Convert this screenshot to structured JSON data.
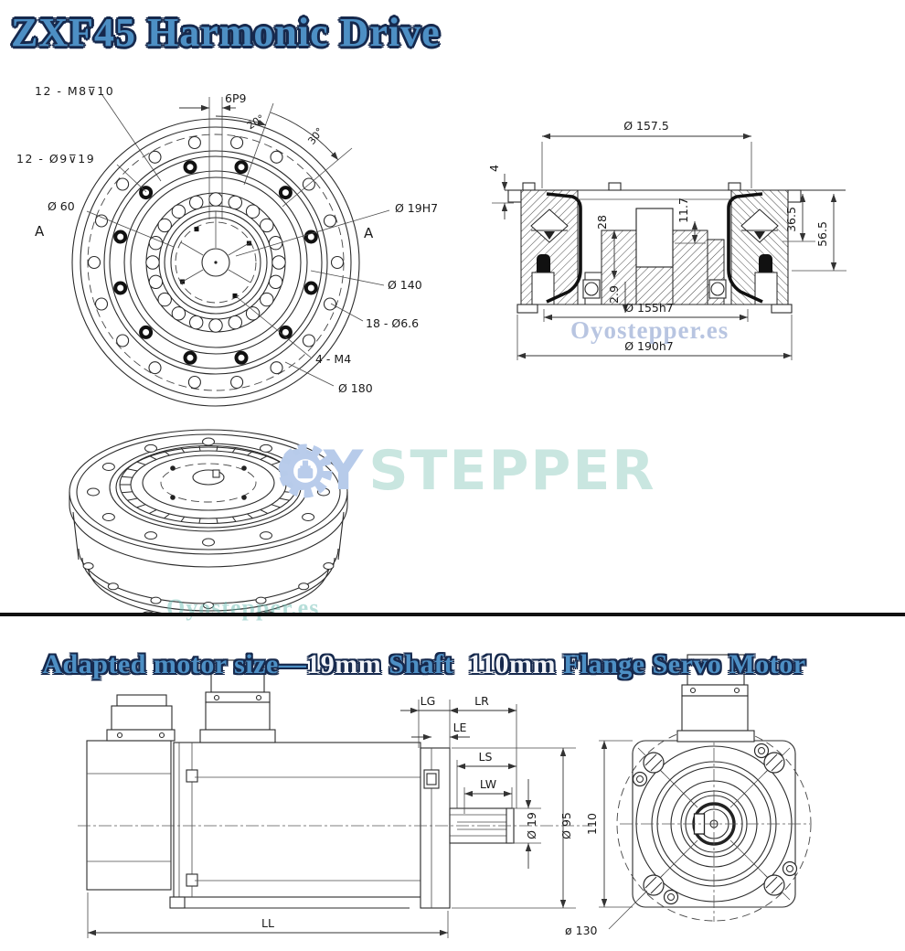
{
  "titles": {
    "main": "ZXF45 Harmonic Drive",
    "sub_parts": [
      {
        "text": "Adapted motor size—"
      },
      {
        "text": "19mm"
      },
      {
        "text": " Shaft  "
      },
      {
        "text": "110mm"
      },
      {
        "text": " Flange Servo Motor"
      }
    ]
  },
  "watermarks": {
    "logo_left": "OY",
    "logo_right": "STEPPER",
    "section": "Oyostepper.es",
    "divider": "Oyostepper.es"
  },
  "front_view": {
    "thread_note": "12 - M8⊽10",
    "key_width": "6P9",
    "angle_20": "20°",
    "angle_30": "30°",
    "cbore_note": "12 - Ø9⊽19",
    "dia_60": "Ø 60",
    "section_a_left": "A",
    "dia_19h7": "Ø 19H7",
    "section_a_right": "A",
    "dia_140": "Ø 140",
    "hole_note": "18 - Ø6.6",
    "tap_note": "4 - M4",
    "dia_180": "Ø 180"
  },
  "section_view": {
    "dia_157_5": "Ø 157.5",
    "dim_4": "4",
    "dim_28": "28",
    "dim_11_7": "11.7",
    "dim_36_5": "36.5",
    "dim_56_5": "56.5",
    "dim_2_9": "2.9",
    "dia_155h7": "Ø 155h7",
    "dia_190h7": "Ø 190h7"
  },
  "motor_side": {
    "lg": "LG",
    "lr": "LR",
    "le": "LE",
    "ls": "LS",
    "lw": "LW",
    "ll": "LL",
    "dia_19": "Ø 19",
    "dia_95": "Ø 95"
  },
  "motor_front": {
    "dim_110": "110",
    "dia_130": "ø 130"
  },
  "colors": {
    "title_fill": "#4d8fc4",
    "title_outline": "#16294d",
    "subtitle_highlight": "#f2f4f8",
    "watermark_blue": "#b7cbea",
    "watermark_teal": "#c9e6e0",
    "line": "#2b2b2b"
  }
}
